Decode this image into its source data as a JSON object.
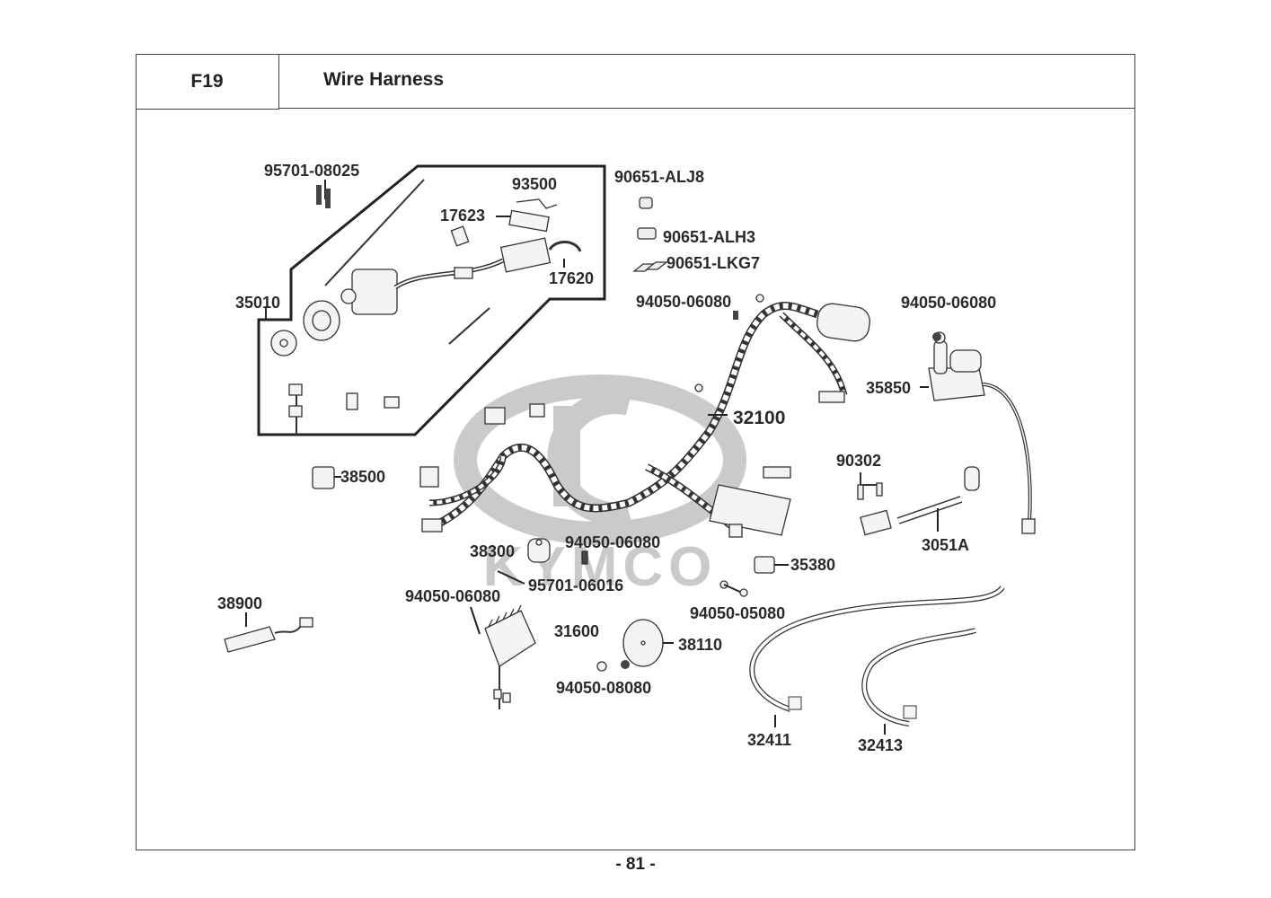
{
  "header": {
    "section_code": "F19",
    "title": "Wire Harness"
  },
  "watermark": {
    "brand": "KYMCO"
  },
  "parts": [
    {
      "id": "p-95701-08025",
      "number": "95701-08025"
    },
    {
      "id": "p-93500",
      "number": "93500"
    },
    {
      "id": "p-17623",
      "number": "17623"
    },
    {
      "id": "p-17620",
      "number": "17620"
    },
    {
      "id": "p-35010",
      "number": "35010"
    },
    {
      "id": "p-90651-alj8",
      "number": "90651-ALJ8"
    },
    {
      "id": "p-90651-alh3",
      "number": "90651-ALH3"
    },
    {
      "id": "p-90651-lkg7",
      "number": "90651-LKG7"
    },
    {
      "id": "p-94050-06080-a",
      "number": "94050-06080"
    },
    {
      "id": "p-94050-06080-b",
      "number": "94050-06080"
    },
    {
      "id": "p-35850",
      "number": "35850"
    },
    {
      "id": "p-32100",
      "number": "32100"
    },
    {
      "id": "p-38500",
      "number": "38500"
    },
    {
      "id": "p-90302",
      "number": "90302"
    },
    {
      "id": "p-3051a",
      "number": "3051A"
    },
    {
      "id": "p-38300",
      "number": "38300"
    },
    {
      "id": "p-94050-06080-c",
      "number": "94050-06080"
    },
    {
      "id": "p-95701-06016",
      "number": "95701-06016"
    },
    {
      "id": "p-35380",
      "number": "35380"
    },
    {
      "id": "p-94050-06080-d",
      "number": "94050-06080"
    },
    {
      "id": "p-94050-05080",
      "number": "94050-05080"
    },
    {
      "id": "p-38900",
      "number": "38900"
    },
    {
      "id": "p-31600",
      "number": "31600"
    },
    {
      "id": "p-38110",
      "number": "38110"
    },
    {
      "id": "p-94050-08080",
      "number": "94050-08080"
    },
    {
      "id": "p-32411",
      "number": "32411"
    },
    {
      "id": "p-32413",
      "number": "32413"
    }
  ],
  "footer": {
    "page_number": "- 81 -"
  }
}
